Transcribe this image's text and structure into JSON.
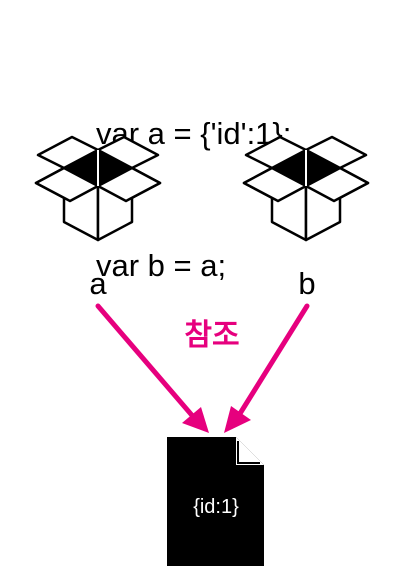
{
  "code": {
    "line1": "var a = {'id':1};",
    "line2": "var b = a;"
  },
  "variables": {
    "a": "a",
    "b": "b"
  },
  "reference_label": "참조",
  "object_text": "{id:1}",
  "colors": {
    "arrow": "#e6007e",
    "box_dark": "#000000",
    "document": "#000000"
  },
  "icons": {
    "box": "open-box-icon",
    "document": "document-icon"
  }
}
